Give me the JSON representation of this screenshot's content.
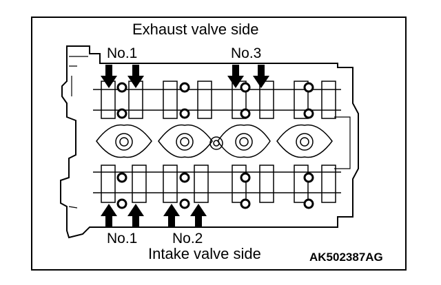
{
  "labels": {
    "exhaust_side": "Exhaust valve side",
    "intake_side": "Intake valve side",
    "figure_code": "AK502387AG",
    "exhaust_no1": "No.1",
    "exhaust_no3": "No.3",
    "intake_no1": "No.1",
    "intake_no2": "No.2"
  },
  "colors": {
    "line": "#000000",
    "background": "#ffffff"
  }
}
